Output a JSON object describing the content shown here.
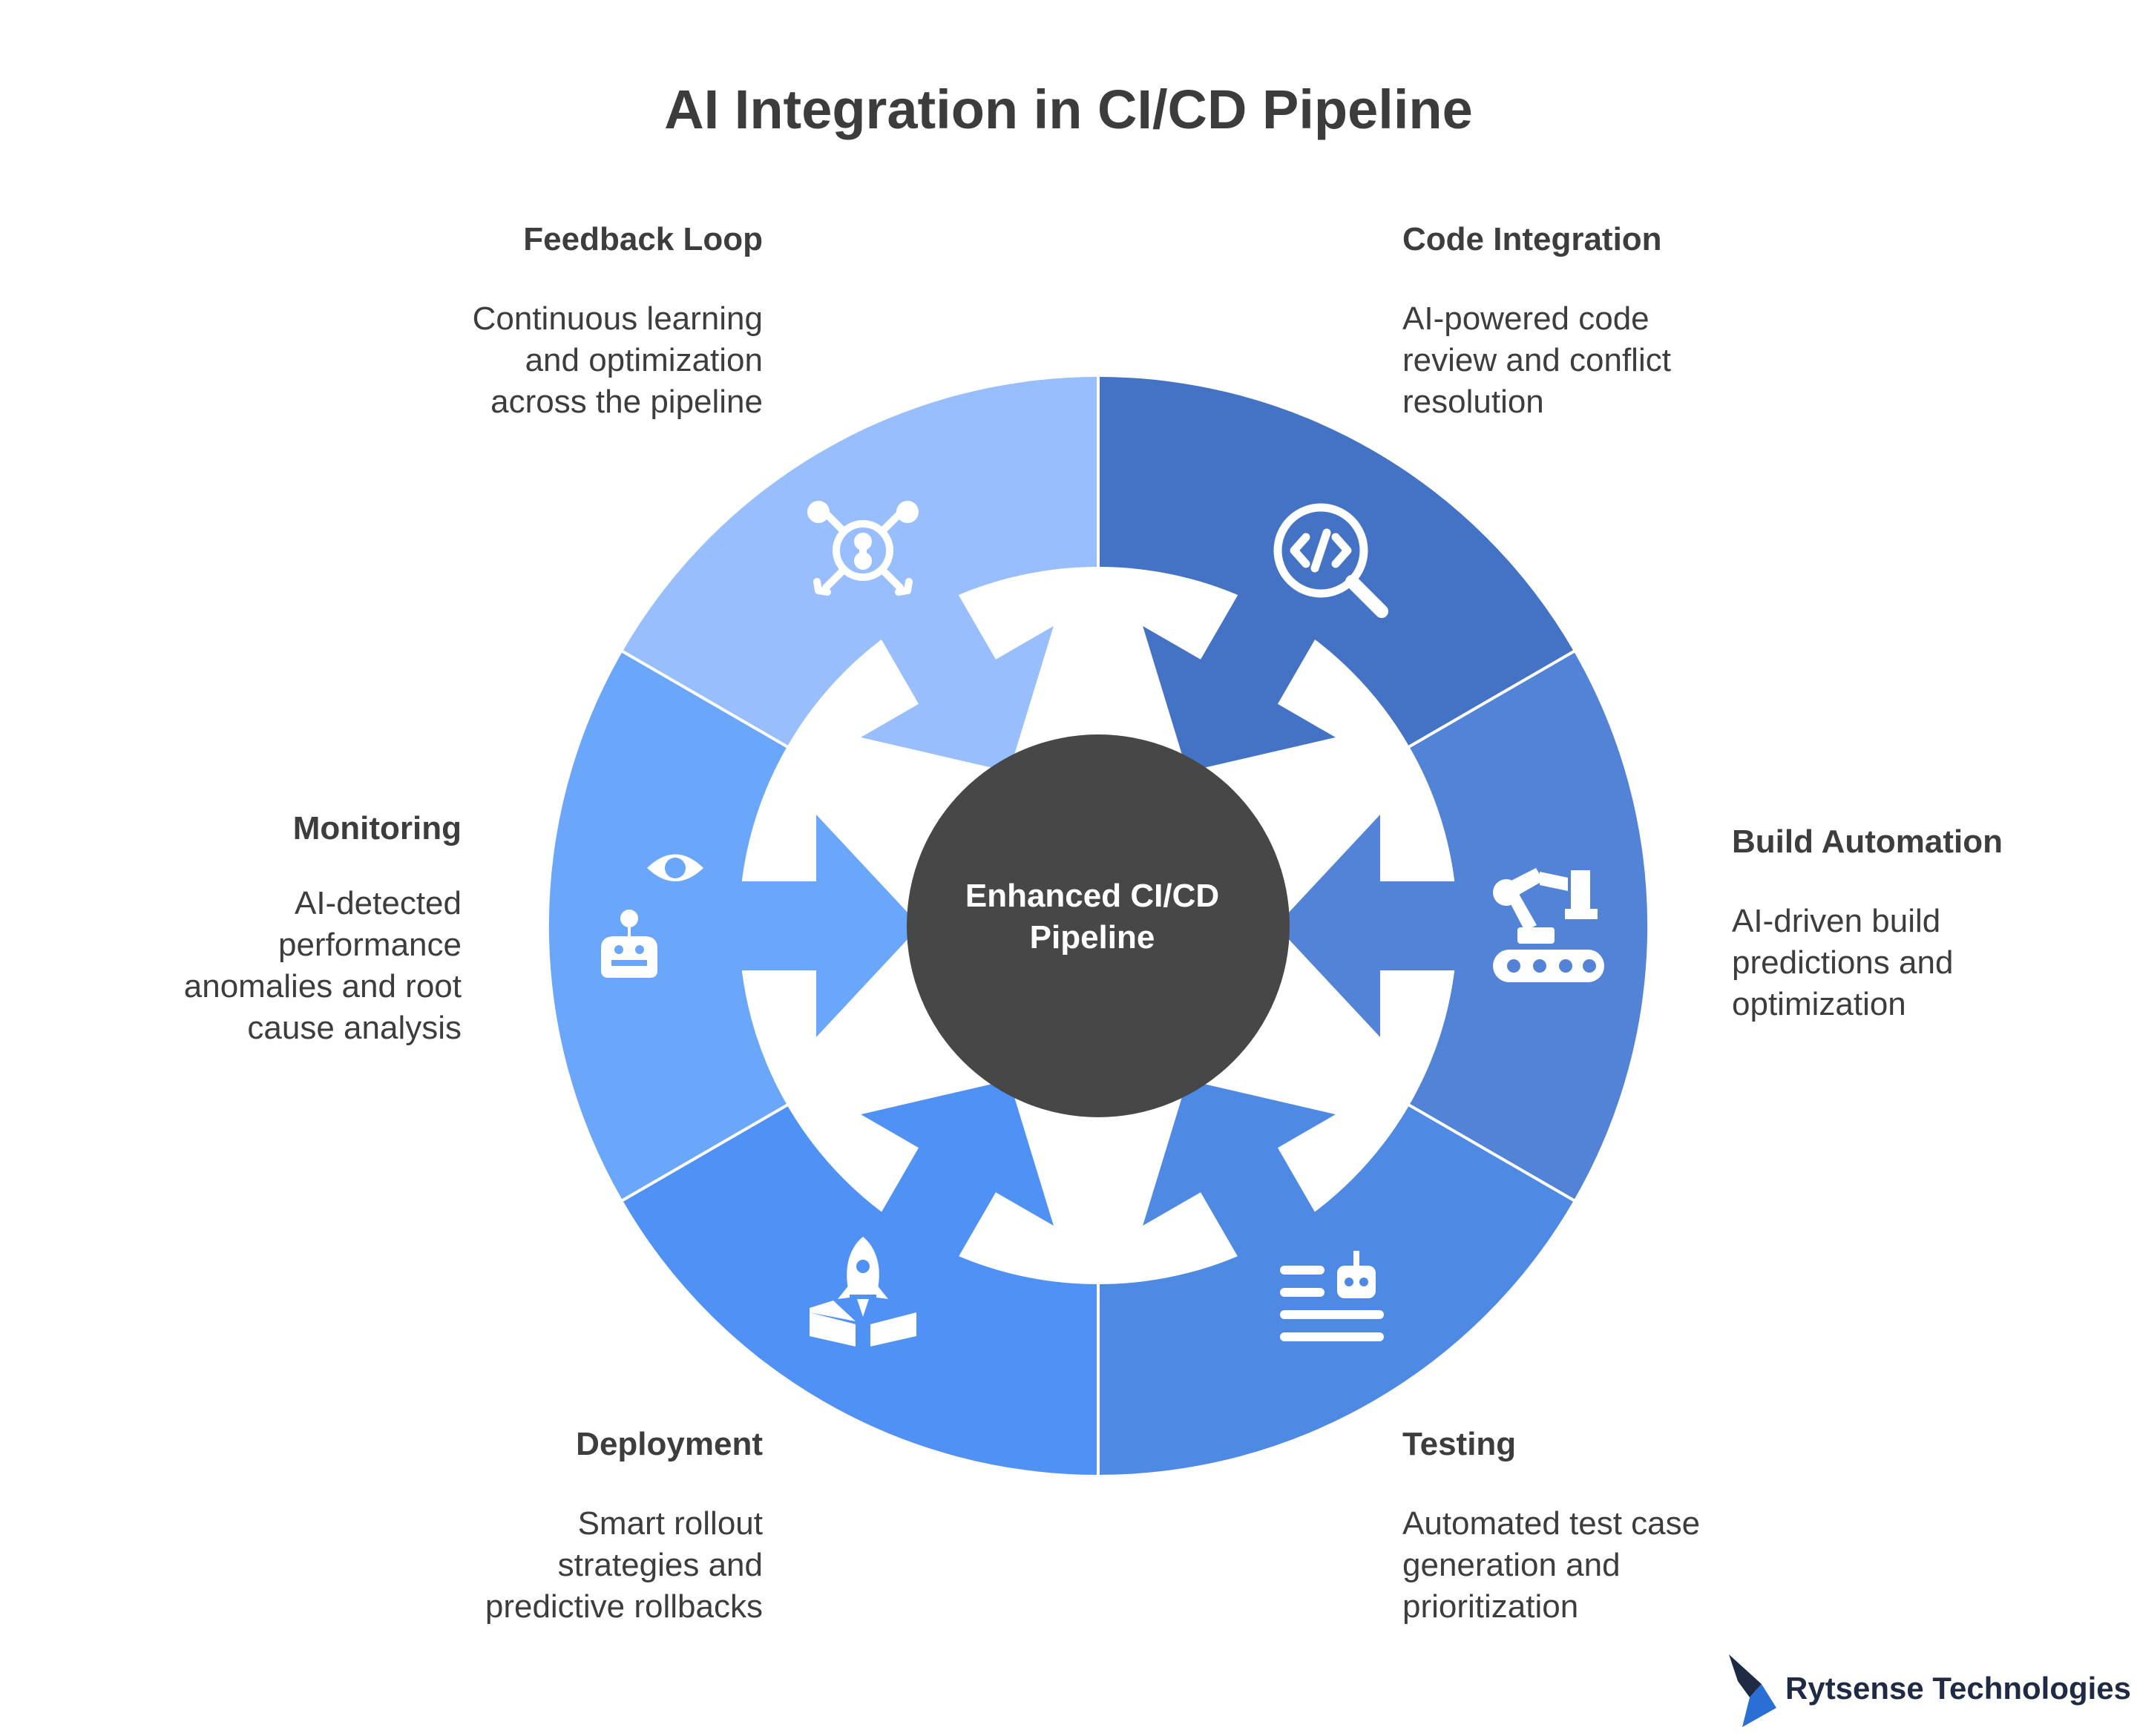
{
  "title": "AI Integration in CI/CD Pipeline",
  "center": {
    "line1": "Enhanced CI/CD",
    "line2": "Pipeline"
  },
  "steps": [
    {
      "title": "Code Integration",
      "desc": [
        "AI-powered code",
        "review and conflict",
        "resolution"
      ],
      "color": "#4473c5",
      "icon": "code-search-icon"
    },
    {
      "title": "Build Automation",
      "desc": [
        "AI-driven build",
        "predictions and",
        "optimization"
      ],
      "color": "#5283d6",
      "icon": "robotic-arm-conveyor-icon"
    },
    {
      "title": "Testing",
      "desc": [
        "Automated test case",
        "generation and",
        "prioritization"
      ],
      "color": "#4e89e3",
      "icon": "bot-checklist-icon"
    },
    {
      "title": "Deployment",
      "desc": [
        "Smart rollout",
        "strategies and",
        "predictive rollbacks"
      ],
      "color": "#5091f5",
      "icon": "rocket-launch-icon"
    },
    {
      "title": "Monitoring",
      "desc": [
        "AI-detected",
        "performance",
        "anomalies and root",
        "cause analysis"
      ],
      "color": "#6aa6fa",
      "icon": "robot-eye-icon"
    },
    {
      "title": "Feedback Loop",
      "desc": [
        "Continuous learning",
        "and optimization",
        "across the pipeline"
      ],
      "color": "#98befd",
      "icon": "network-hub-icon"
    }
  ],
  "colors": {
    "center": "#474747",
    "text": "#3d3d3d",
    "brand": "#1f2a44",
    "brand_accent": "#2a6fd6"
  },
  "brand": {
    "name": "Rytsense Technologies",
    "icon": "arrow-logo-icon"
  }
}
